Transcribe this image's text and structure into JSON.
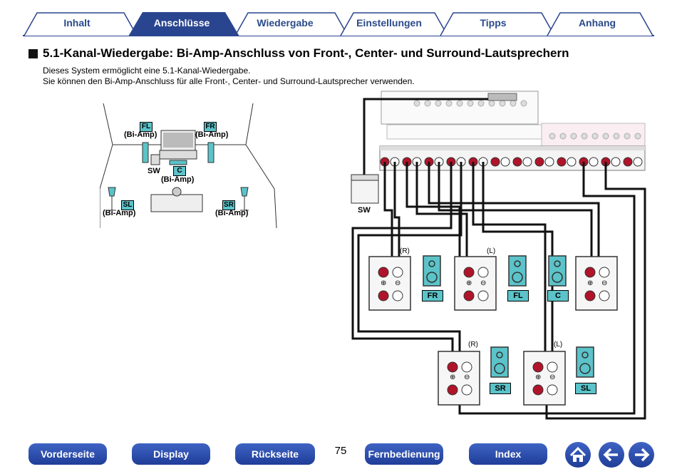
{
  "tabs": [
    {
      "label": "Inhalt",
      "active": false
    },
    {
      "label": "Anschlüsse",
      "active": true
    },
    {
      "label": "Wiedergabe",
      "active": false
    },
    {
      "label": "Einstellungen",
      "active": false
    },
    {
      "label": "Tipps",
      "active": false
    },
    {
      "label": "Anhang",
      "active": false
    }
  ],
  "heading": "5.1-Kanal-Wiedergabe: Bi-Amp-Anschluss von Front-, Center- und Surround-Lautsprechern",
  "description": [
    "Dieses System ermöglicht eine 5.1-Kanal-Wiedergabe.",
    "Sie können den Bi-Amp-Anschluss für alle Front-, Center- und Surround-Lautsprecher verwenden."
  ],
  "room": {
    "fl": "FL",
    "fr": "FR",
    "c": "C",
    "sl": "SL",
    "sr": "SR",
    "sw": "SW",
    "biamp": "(Bi-Amp)"
  },
  "wiring": {
    "sw": "SW",
    "right": "(R)",
    "left": "(L)",
    "plus": "⊕",
    "minus": "⊖",
    "speakers": [
      "FR",
      "FL",
      "C",
      "SR",
      "SL"
    ]
  },
  "nav": {
    "front_page": "Vorderseite",
    "display": "Display",
    "rear_page": "Rückseite",
    "page_number": "75",
    "remote": "Fernbedienung",
    "index": "Index"
  },
  "icons": {
    "home": "home-icon",
    "back": "arrow-left-icon",
    "forward": "arrow-right-icon"
  },
  "colors": {
    "tab_active": "#2a4590",
    "tab_text": "#2a4a8a",
    "nav_button": "#2a4bb0",
    "speaker_tag": "#5bc3c9",
    "terminal_red": "#b0142a"
  }
}
